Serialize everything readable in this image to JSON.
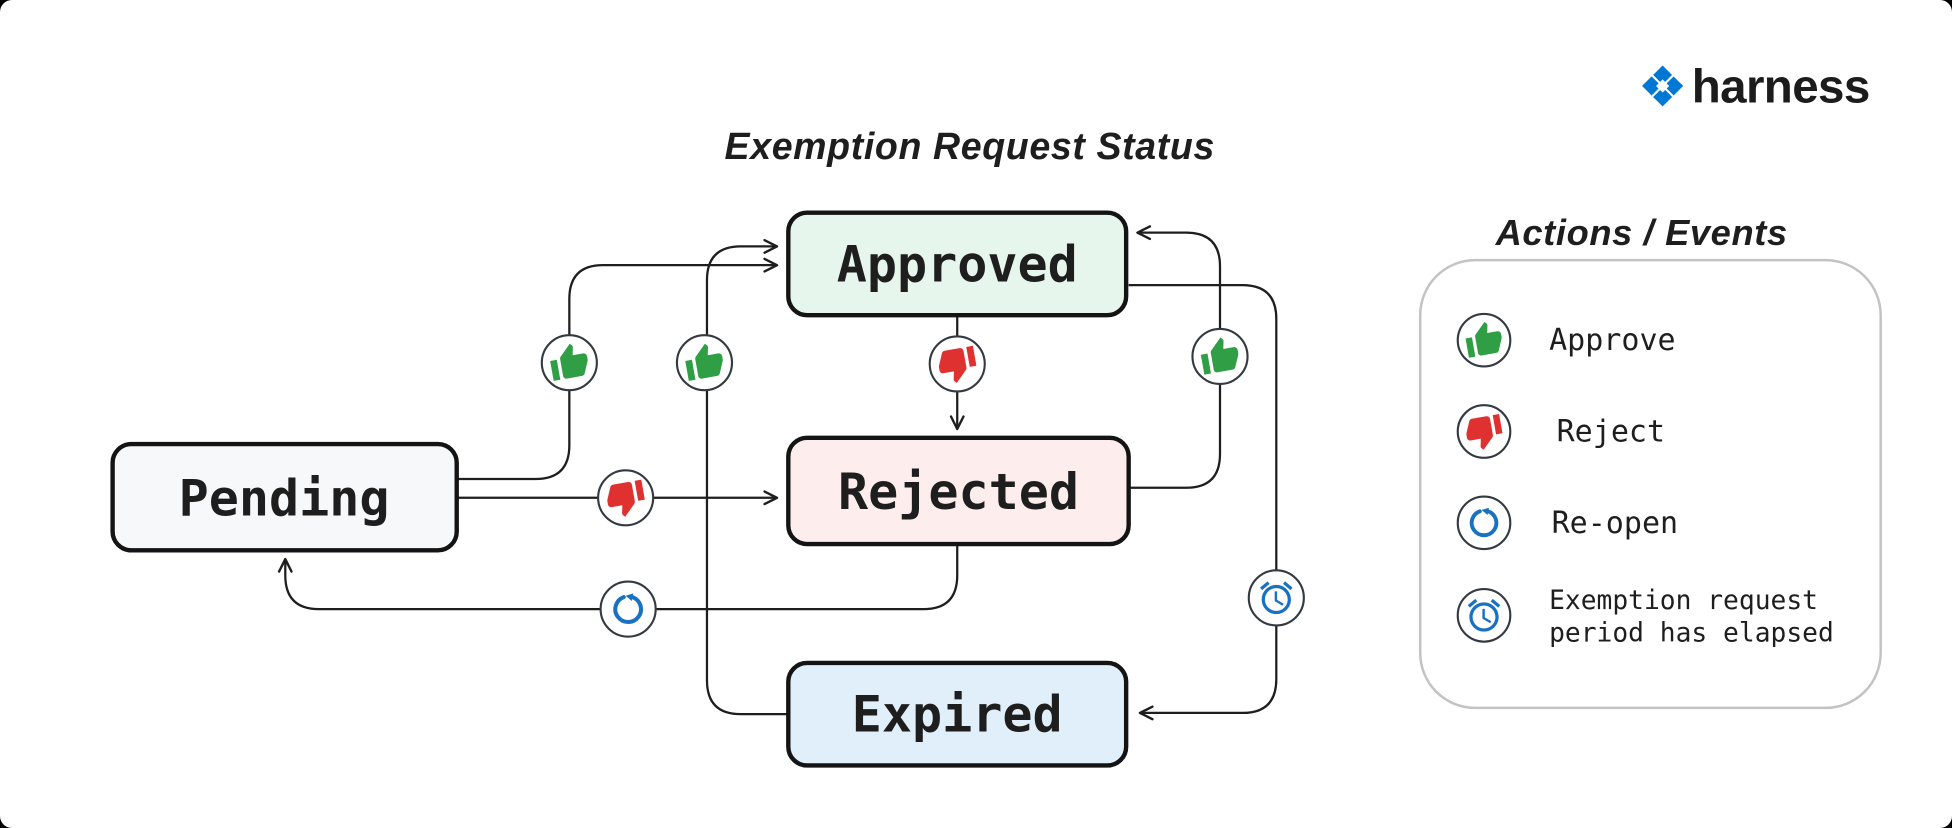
{
  "brand": {
    "name": "harness"
  },
  "diagram": {
    "title": "Exemption Request Status",
    "nodes": {
      "pending": {
        "label": "Pending",
        "fill": "#f6f8fa"
      },
      "approved": {
        "label": "Approved",
        "fill": "#e7f6ec"
      },
      "rejected": {
        "label": "Rejected",
        "fill": "#fdeeed"
      },
      "expired": {
        "label": "Expired",
        "fill": "#e1effa"
      }
    },
    "transitions": [
      {
        "from": "Pending",
        "to": "Approved",
        "action": "Approve"
      },
      {
        "from": "Pending",
        "to": "Rejected",
        "action": "Reject"
      },
      {
        "from": "Approved",
        "to": "Rejected",
        "action": "Reject"
      },
      {
        "from": "Rejected",
        "to": "Approved",
        "action": "Approve"
      },
      {
        "from": "Expired",
        "to": "Approved",
        "action": "Approve"
      },
      {
        "from": "Approved",
        "to": "Expired",
        "action": "Exemption request period has elapsed"
      },
      {
        "from": "Rejected",
        "to": "Pending",
        "action": "Re-open"
      }
    ]
  },
  "legend": {
    "title": "Actions / Events",
    "items": [
      {
        "icon": "thumbs-up-icon",
        "label": "Approve"
      },
      {
        "icon": "thumbs-down-icon",
        "label": "Reject"
      },
      {
        "icon": "reopen-icon",
        "label": "Re-open"
      },
      {
        "icon": "alarm-clock-icon",
        "label_line1": "Exemption request",
        "label_line2": "period has elapsed"
      }
    ]
  },
  "colors": {
    "approve": "#2f9e44",
    "reject": "#e03131",
    "info": "#1971c2",
    "stroke": "#1e1e1e",
    "brand_blue": "#0278d5",
    "legend_border": "#c3c3c3"
  }
}
